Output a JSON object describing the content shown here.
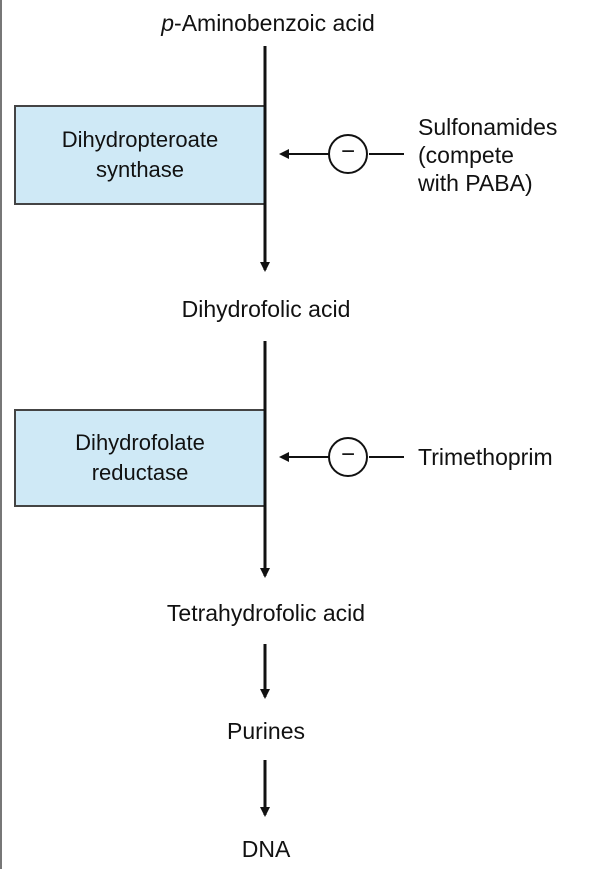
{
  "diagram": {
    "nodes": {
      "paba": {
        "prefix": "p",
        "text": "-Aminobenzoic acid"
      },
      "dihydrofolic": "Dihydrofolic acid",
      "tetrahydrofolic": "Tetrahydrofolic acid",
      "purines": "Purines",
      "dna": "DNA"
    },
    "enzymes": [
      {
        "line1": "Dihydropteroate",
        "line2": "synthase"
      },
      {
        "line1": "Dihydrofolate",
        "line2": "reductase"
      }
    ],
    "inhibitors": [
      {
        "line1": "Sulfonamides",
        "line2": "(compete",
        "line3": "with PABA)",
        "symbol": "−"
      },
      {
        "line1": "Trimethoprim",
        "symbol": "−"
      }
    ],
    "colors": {
      "enzyme_fill": "#cfe9f6",
      "enzyme_border": "#444444",
      "line": "#111111"
    }
  }
}
